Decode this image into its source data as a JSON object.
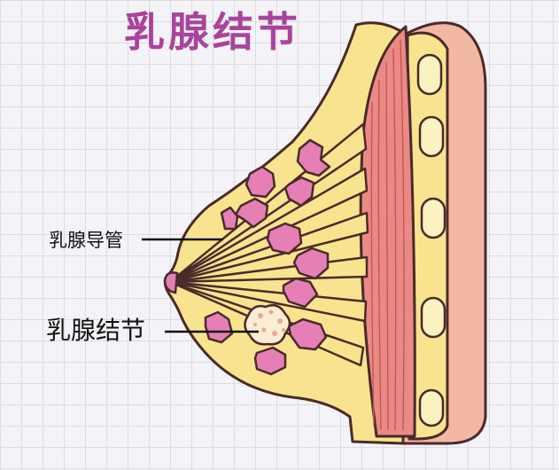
{
  "title": "乳腺结节",
  "labels": {
    "duct": "乳腺导管",
    "nodule": "乳腺结节"
  },
  "colors": {
    "title": "#a8449c",
    "outline": "#4a2a2a",
    "fat": "#f8e48e",
    "muscle": "#e98a86",
    "muscle_line": "#c7574f",
    "skin": "#f3b8a3",
    "lobule": "#e67fb6",
    "nodule": "#fbecd4",
    "nodule_dot": "#e9a893",
    "rib": "#fbf2c2",
    "duct": "#c8663a"
  }
}
